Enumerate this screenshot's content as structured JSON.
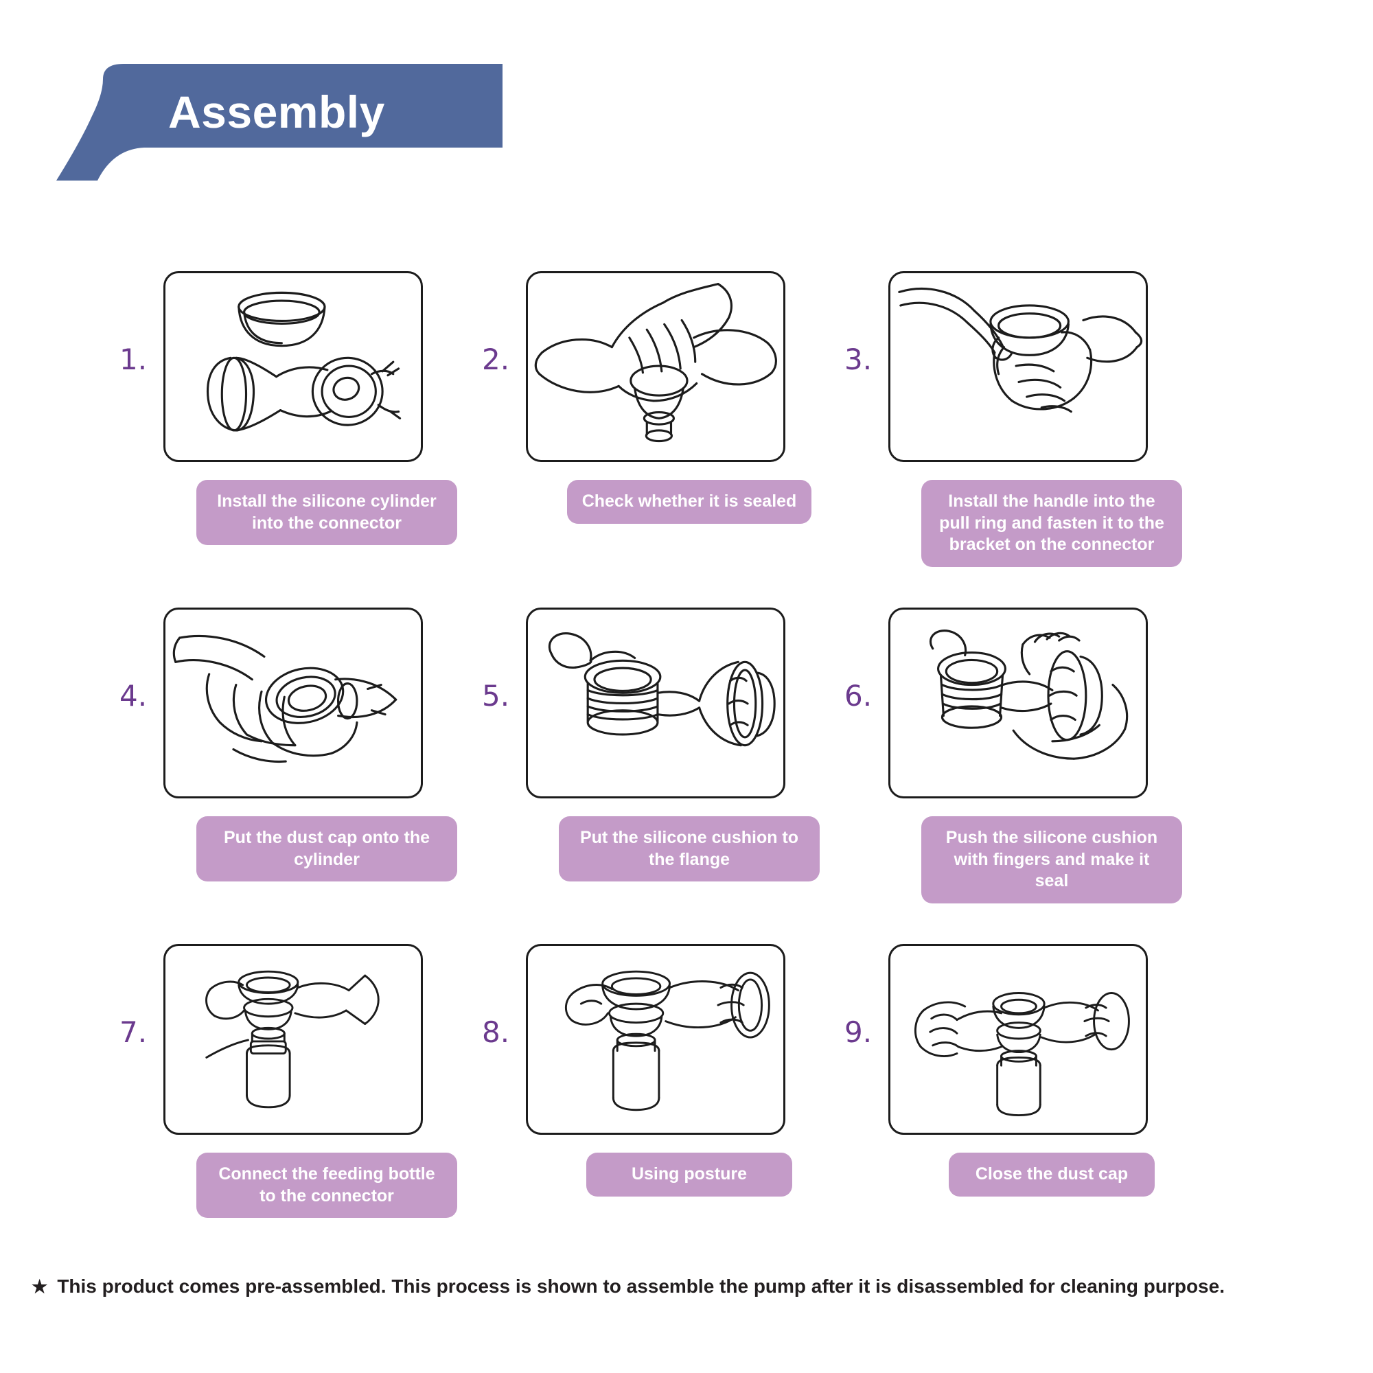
{
  "header": {
    "title": "Assembly",
    "bubble_color": "#51699c",
    "title_color": "#ffffff"
  },
  "theme": {
    "caption_bg": "#c49bc8",
    "caption_text": "#ffffff",
    "number_color": "#6b3a8e",
    "frame_border": "#1c1c1c",
    "page_bg": "#ffffff",
    "footnote_color": "#231f20"
  },
  "steps": [
    {
      "number": "1.",
      "caption": "Install the silicone cylinder into the connector",
      "illustration": "silicone-cylinder-and-connector-illustration"
    },
    {
      "number": "2.",
      "caption": "Check whether it is sealed",
      "illustration": "hand-checking-seal-illustration"
    },
    {
      "number": "3.",
      "caption": "Install the handle into the pull ring and fasten it to the bracket on the connector",
      "illustration": "hand-installing-handle-illustration"
    },
    {
      "number": "4.",
      "caption": "Put the dust cap onto the cylinder",
      "illustration": "hand-placing-dust-cap-illustration"
    },
    {
      "number": "5.",
      "caption": "Put the silicone cushion to the flange",
      "illustration": "silicone-cushion-and-flange-illustration"
    },
    {
      "number": "6.",
      "caption": "Push the silicone cushion with fingers and make it seal",
      "illustration": "hand-pushing-cushion-illustration"
    },
    {
      "number": "7.",
      "caption": "Connect the feeding bottle to the connector",
      "illustration": "pump-with-feeding-bottle-illustration"
    },
    {
      "number": "8.",
      "caption": "Using posture",
      "illustration": "assembled-pump-posture-illustration"
    },
    {
      "number": "9.",
      "caption": "Close the dust cap",
      "illustration": "hand-closing-dust-cap-illustration"
    }
  ],
  "footnote": {
    "star": "★",
    "text": "This product comes pre-assembled. This process is shown to assemble the pump after it is disassembled for cleaning purpose."
  }
}
